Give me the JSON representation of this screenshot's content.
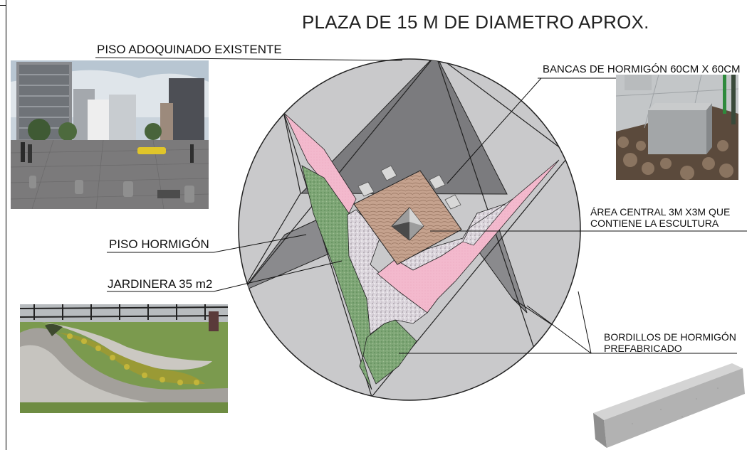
{
  "title": "PLAZA DE 15 M DE DIAMETRO APROX.",
  "labels": {
    "piso_adoquinado": "PISO ADOQUINADO EXISTENTE",
    "bancas": "BANCAS DE HORMIGÓN  60CM X 60CM",
    "area_central_1": "ÁREA CENTRAL 3M X3M  QUE",
    "area_central_2": "CONTIENE LA ESCULTURA",
    "piso_hormigon": "PISO HORMIGÓN",
    "jardinera": "JARDINERA 35 m2",
    "bordillos_1": "BORDILLOS DE HORMIGÓN",
    "bordillos_2": "PREFABRICADO"
  },
  "colors": {
    "circle": "#c9c9cb",
    "dark_triangle": "#7d7d80",
    "mid_gray": "#a2a2a5",
    "pink": "#f2b8cc",
    "green": "#7fa476",
    "gravel": "#d9d3da",
    "central_wood": "#c3a18c",
    "bench": "#d8d8d8"
  }
}
